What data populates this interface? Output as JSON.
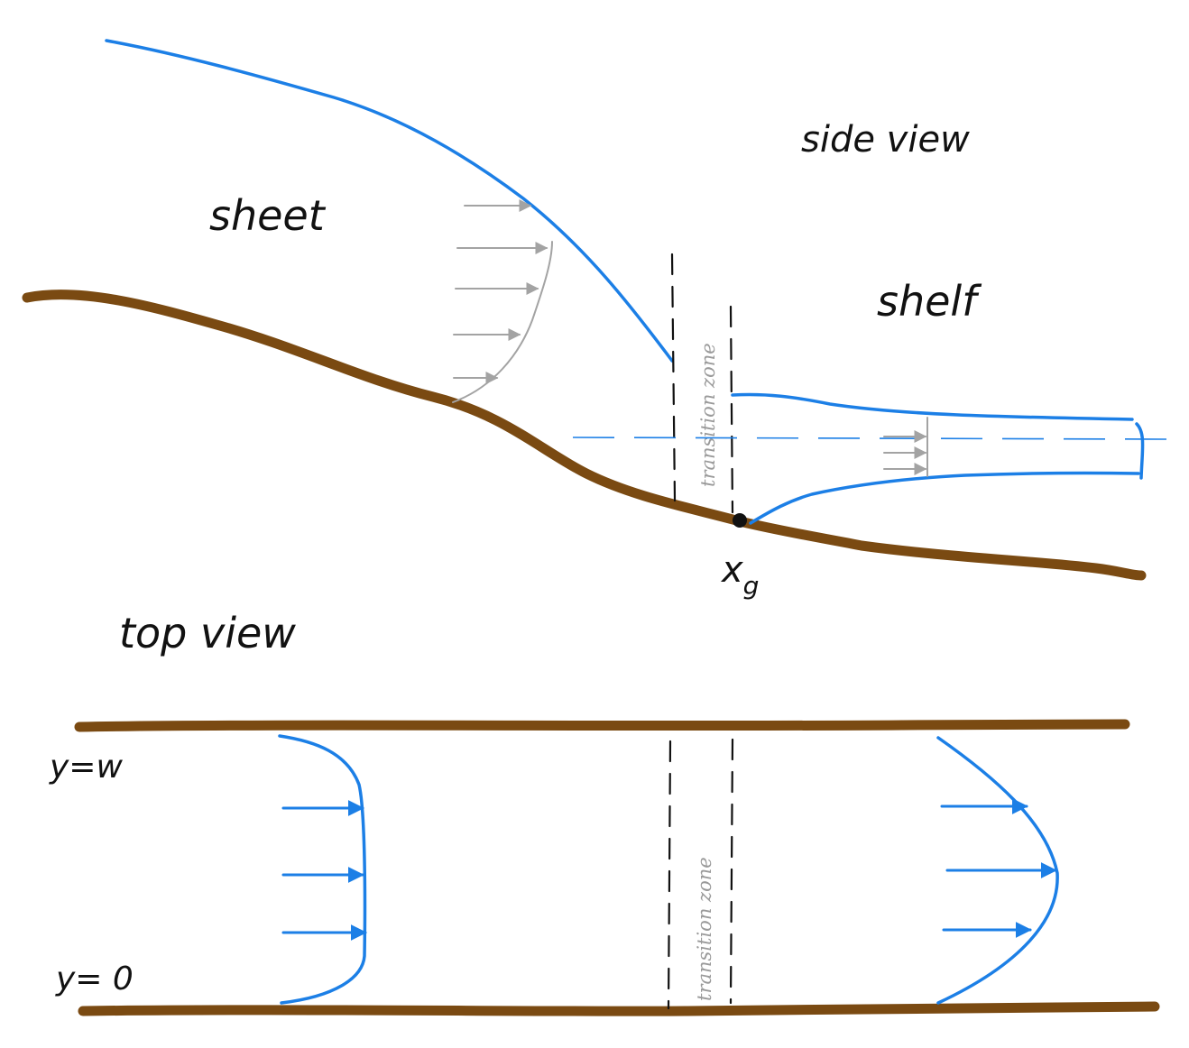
{
  "side_view": {
    "title": "side view",
    "sheet_label": "sheet",
    "shelf_label": "shelf",
    "transition_label": "transition zone",
    "grounding_line_label": "x",
    "grounding_line_subscript": "g"
  },
  "top_view": {
    "title": "top view",
    "y_top_label": "y=w",
    "y_bottom_label": "y= 0",
    "transition_label": "transition zone"
  },
  "colors": {
    "bed": "#7a4a12",
    "ice": "#1c7fe6",
    "velocity_profile_sheet": "#a3a3a3",
    "text": "#111111"
  }
}
